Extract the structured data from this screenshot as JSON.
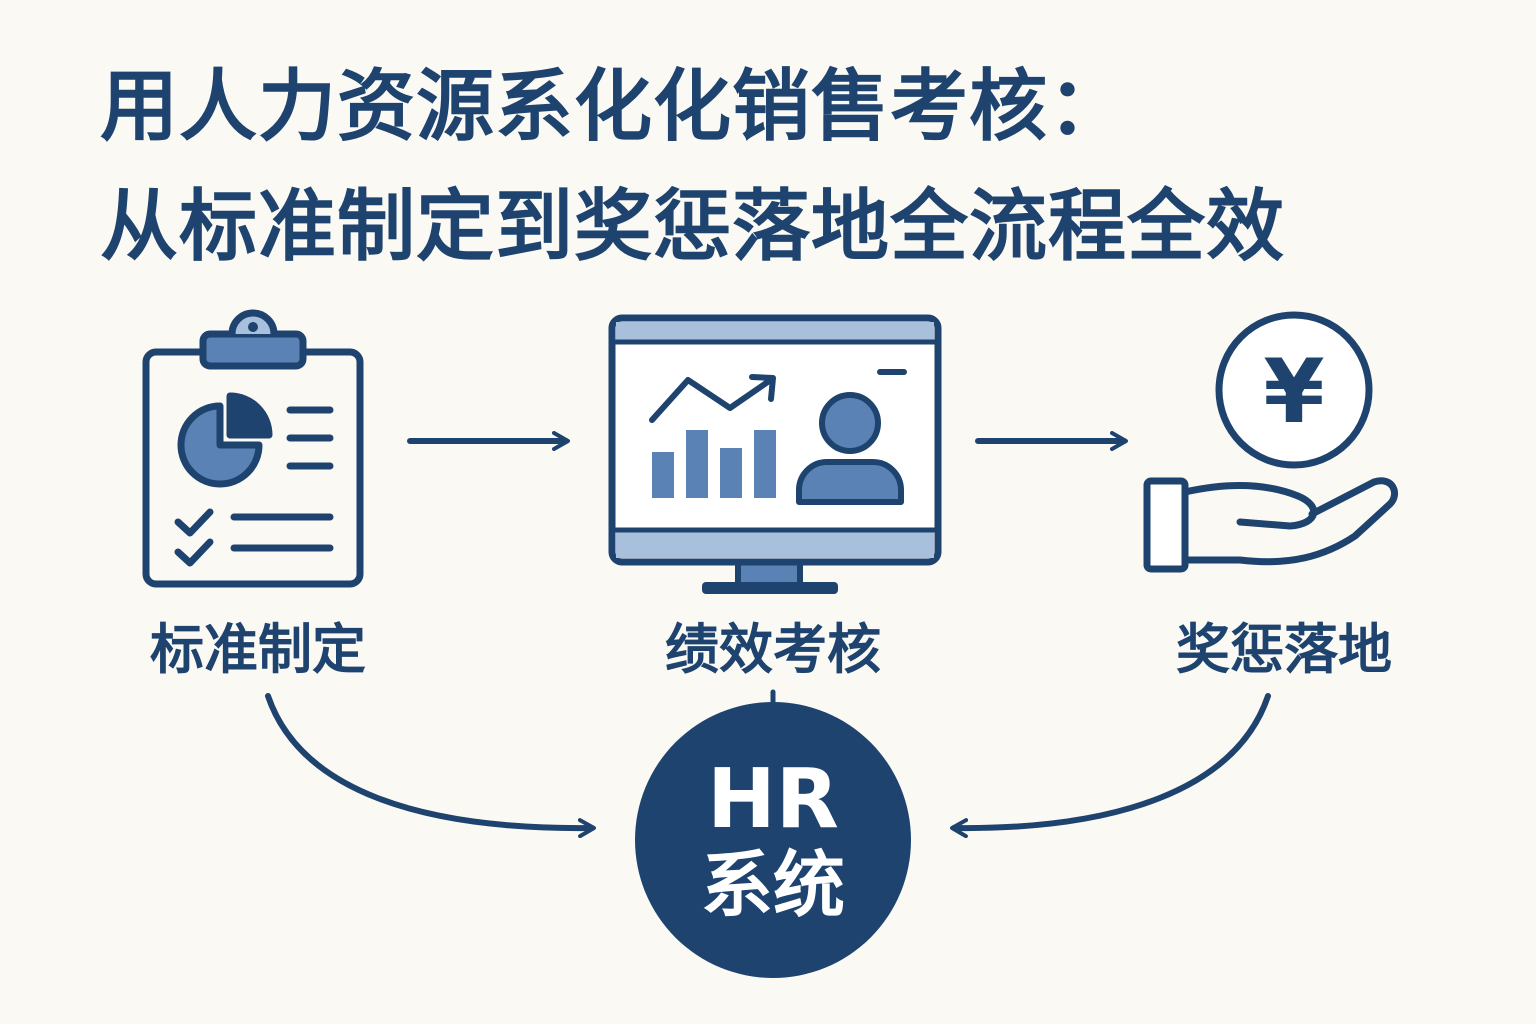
{
  "title": {
    "line1": "用人力资源系化化销售考核：",
    "line2": "从标准制定到奖惩落地全流程全效"
  },
  "stages": [
    {
      "label": "标准制定",
      "icon": "clipboard-chart-icon"
    },
    {
      "label": "绩效考核",
      "icon": "monitor-analytics-icon"
    },
    {
      "label": "奖惩落地",
      "icon": "hand-yuan-coin-icon"
    }
  ],
  "hub": {
    "line1": "HR",
    "line2": "系统"
  },
  "coin_symbol": "¥",
  "colors": {
    "primary": "#1e436f",
    "accent": "#5b82b4",
    "light_accent": "#a9c0dd",
    "background": "#fbf9f3"
  }
}
